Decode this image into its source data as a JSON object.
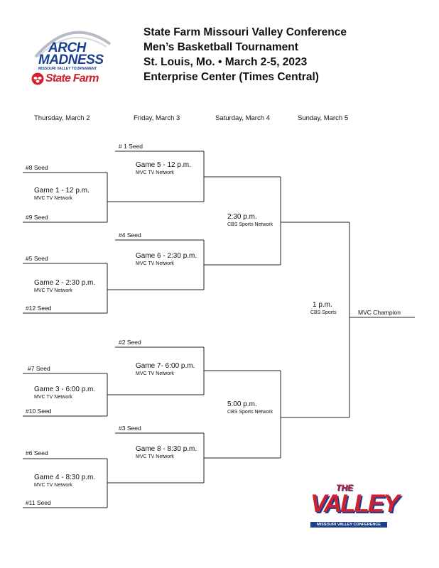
{
  "header": {
    "title_lines": [
      "State Farm Missouri Valley Conference",
      "Men’s Basketball Tournament",
      "St. Louis, Mo. • March 2-5, 2023",
      "Enterprise Center (Times Central)"
    ],
    "logo_left": {
      "arch": "ARCH",
      "madness": "MADNESS",
      "sub": "MISSOURI VALLEY TOURNAMENT",
      "sponsor": "State Farm"
    },
    "logo_right": {
      "the": "THE",
      "valley": "VALLEY",
      "sub": "MISSOURI VALLEY CONFERENCE"
    }
  },
  "days": [
    "Thursday, March 2",
    "Friday, March 3",
    "Saturday, March 4",
    "Sunday, March 5"
  ],
  "round1": [
    {
      "top_seed": "#8 Seed",
      "bottom_seed": "#9 Seed",
      "time": "Game 1 - 12 p.m.",
      "network": "MVC TV Network"
    },
    {
      "top_seed": "#5 Seed",
      "bottom_seed": "#12 Seed",
      "time": "Game 2 - 2:30 p.m.",
      "network": "MVC TV Network"
    },
    {
      "top_seed": "#7 Seed",
      "bottom_seed": "#10 Seed",
      "time": "Game 3 - 6:00 p.m.",
      "network": "MVC TV Network"
    },
    {
      "top_seed": "#6 Seed",
      "bottom_seed": "#11 Seed",
      "time": "Game 4 - 8:30 p.m.",
      "network": "MVC TV Network"
    }
  ],
  "round2": [
    {
      "top_seed": "# 1 Seed",
      "time": "Game 5 - 12 p.m.",
      "network": "MVC TV Network"
    },
    {
      "top_seed": "#4 Seed",
      "time": "Game 6 - 2:30 p.m.",
      "network": "MVC TV Network"
    },
    {
      "top_seed": "#2 Seed",
      "time": "Game 7- 6:00 p.m.",
      "network": "MVC TV Network"
    },
    {
      "top_seed": "#3 Seed",
      "time": "Game 8 - 8:30 p.m.",
      "network": "MVC TV Network"
    }
  ],
  "semis": [
    {
      "time": "2:30 p.m.",
      "network": "CBS Sports Network"
    },
    {
      "time": "5:00 p.m.",
      "network": "CBS Sports Network"
    }
  ],
  "final": {
    "time": "1 p.m.",
    "network": "CBS Sports"
  },
  "champion": "MVC Champion",
  "colors": {
    "navy": "#1c3f8f",
    "red": "#d3202f"
  }
}
